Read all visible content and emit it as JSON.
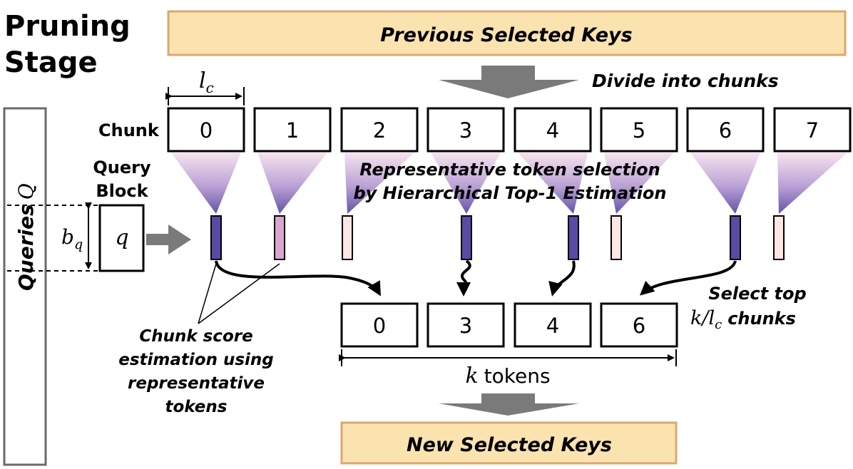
{
  "stage_title": {
    "line1": "Pruning",
    "line2": "Stage"
  },
  "previous_keys_label": "Previous Selected Keys",
  "divide_label": "Divide into chunks",
  "chunk_width_label": {
    "base": "l",
    "sub": "c"
  },
  "chunk_row_label": "Chunk",
  "chunks": [
    "0",
    "1",
    "2",
    "3",
    "4",
    "5",
    "6",
    "7"
  ],
  "query_block_label": {
    "line1": "Query",
    "line2": "Block"
  },
  "query_symbol": "q",
  "block_size_label": {
    "base": "b",
    "sub": "q"
  },
  "queries_label": {
    "text": "Queries",
    "symbol": "Q"
  },
  "rep_selection_label": {
    "line1": "Representative token selection",
    "line2": "by Hierarchical Top-1 Estimation"
  },
  "score_label": {
    "line1": "Chunk score",
    "line2": "estimation using",
    "line3": "representative",
    "line4": "tokens"
  },
  "select_label": {
    "line1": "Select top",
    "math": "k/l",
    "sub": "c",
    "suffix": "chunks"
  },
  "selected_chunks": [
    "0",
    "3",
    "4",
    "6"
  ],
  "tokens_label": {
    "math": "k",
    "text": "tokens"
  },
  "new_keys_label": "New Selected Keys",
  "colors": {
    "key_fill": "#fbe3b0",
    "key_border": "#d9a871",
    "selected_token": "#5b4aa3",
    "mid_token": "#d9a6d2",
    "low_token": "#fde6e4",
    "arrow_gray": "#7a7a7a"
  },
  "chunk_tokens": [
    "high",
    "mid",
    "low",
    "high",
    "high",
    "low",
    "high",
    "low"
  ]
}
